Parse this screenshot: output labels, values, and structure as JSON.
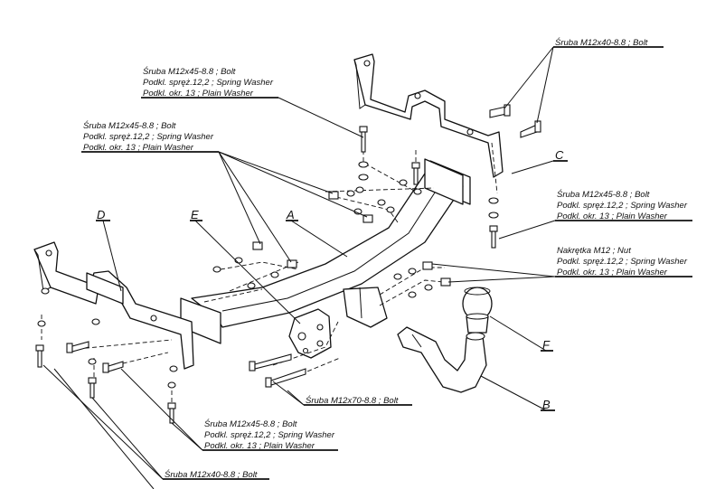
{
  "labels": {
    "bolt_top_right": "Śruba M12x40-8.8  ; Bolt",
    "set_top_center": {
      "l1": "Śruba M12x45-8.8 ;  Bolt",
      "l2": "Podkl. spręż.12,2 ; Spring Washer",
      "l3": "Podkl. okr. 13 ; Plain Washer"
    },
    "set_left": {
      "l1": "Śruba M12x45-8.8 ;  Bolt",
      "l2": "Podkl. spręż.12,2 ; Spring Washer",
      "l3": "Podkl. okr. 13 ; Plain Washer"
    },
    "set_right": {
      "l1": "Śruba M12x45-8.8 ;  Bolt",
      "l2": "Podkl. spręż.12,2 ; Spring Washer",
      "l3": "Podkl. okr. 13 ; Plain Washer"
    },
    "nut_right": {
      "l1": "Nakrętka  M12 ; Nut",
      "l2": "Podkl. spręż.12,2 ; Spring Washer",
      "l3": "Podkl. okr. 13 ; Plain Washer"
    },
    "bolt_center": "Śruba M12x70-8.8  ;  Bolt",
    "set_bottom": {
      "l1": "Śruba M12x45-8.8 ;  Bolt",
      "l2": "Podkl. spręż.12,2 ; Spring Washer",
      "l3": "Podkl. okr. 13 ; Plain Washer"
    },
    "bolt_bottom_left": "Śruba M12x40-8.8  ;  Bolt"
  },
  "part_letters": {
    "a": "A",
    "b": "B",
    "c": "C",
    "d": "D",
    "e": "E",
    "f": "F"
  }
}
